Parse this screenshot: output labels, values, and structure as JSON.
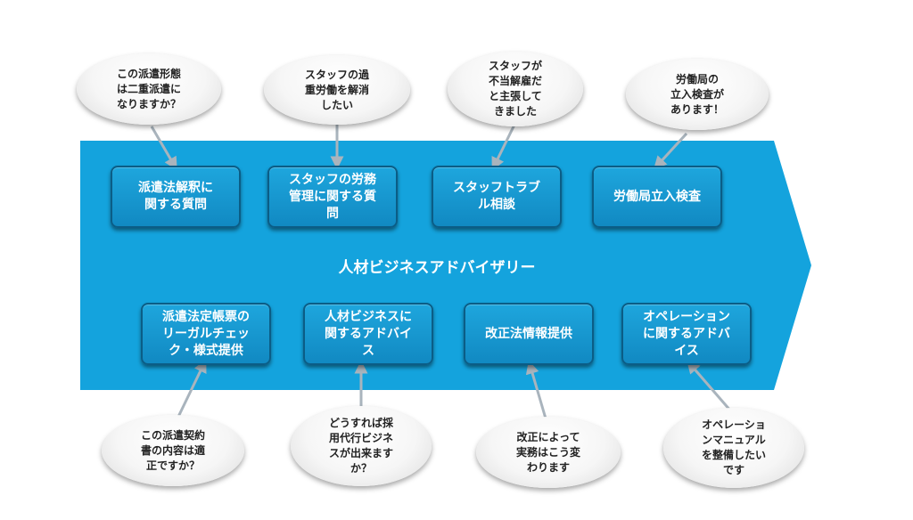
{
  "colors": {
    "arrow_band": "#14a3dd",
    "box_fill": "#1599d0",
    "box_border": "#0b5d86",
    "connector": "#a9b4bd"
  },
  "center_title": "人材ビジネスアドバイザリー",
  "top_boxes": [
    {
      "label": "派遣法解釈に\n関する質問"
    },
    {
      "label": "スタッフの労務\n管理に関する質\n問"
    },
    {
      "label": "スタッフトラブ\nル相談"
    },
    {
      "label": "労働局立入検査"
    }
  ],
  "bottom_boxes": [
    {
      "label": "派遣法定帳票の\nリーガルチェッ\nク・様式提供"
    },
    {
      "label": "人材ビジネスに\n関するアドバイ\nス"
    },
    {
      "label": "改正法情報提供"
    },
    {
      "label": "オペレーション\nに関するアドバ\nイス"
    }
  ],
  "top_bubbles": [
    {
      "text": "この派遣形態\nは二重派遣に\nなりますか？"
    },
    {
      "text": "スタッフの過\n重労働を解消\nしたい"
    },
    {
      "text": "スタッフが\n不当解雇だ\nと主張して\nきました"
    },
    {
      "text": "労働局の\n立入検査が\nあります！"
    }
  ],
  "bottom_bubbles": [
    {
      "text": "この派遣契約\n書の内容は適\n正ですか？"
    },
    {
      "text": "どうすれば採\n用代行ビジネ\nスが出来ます\nか？"
    },
    {
      "text": "改正によって\n実務はこう変\nわります"
    },
    {
      "text": "オペレーショ\nンマニュアル\nを整備したい\nです"
    }
  ]
}
